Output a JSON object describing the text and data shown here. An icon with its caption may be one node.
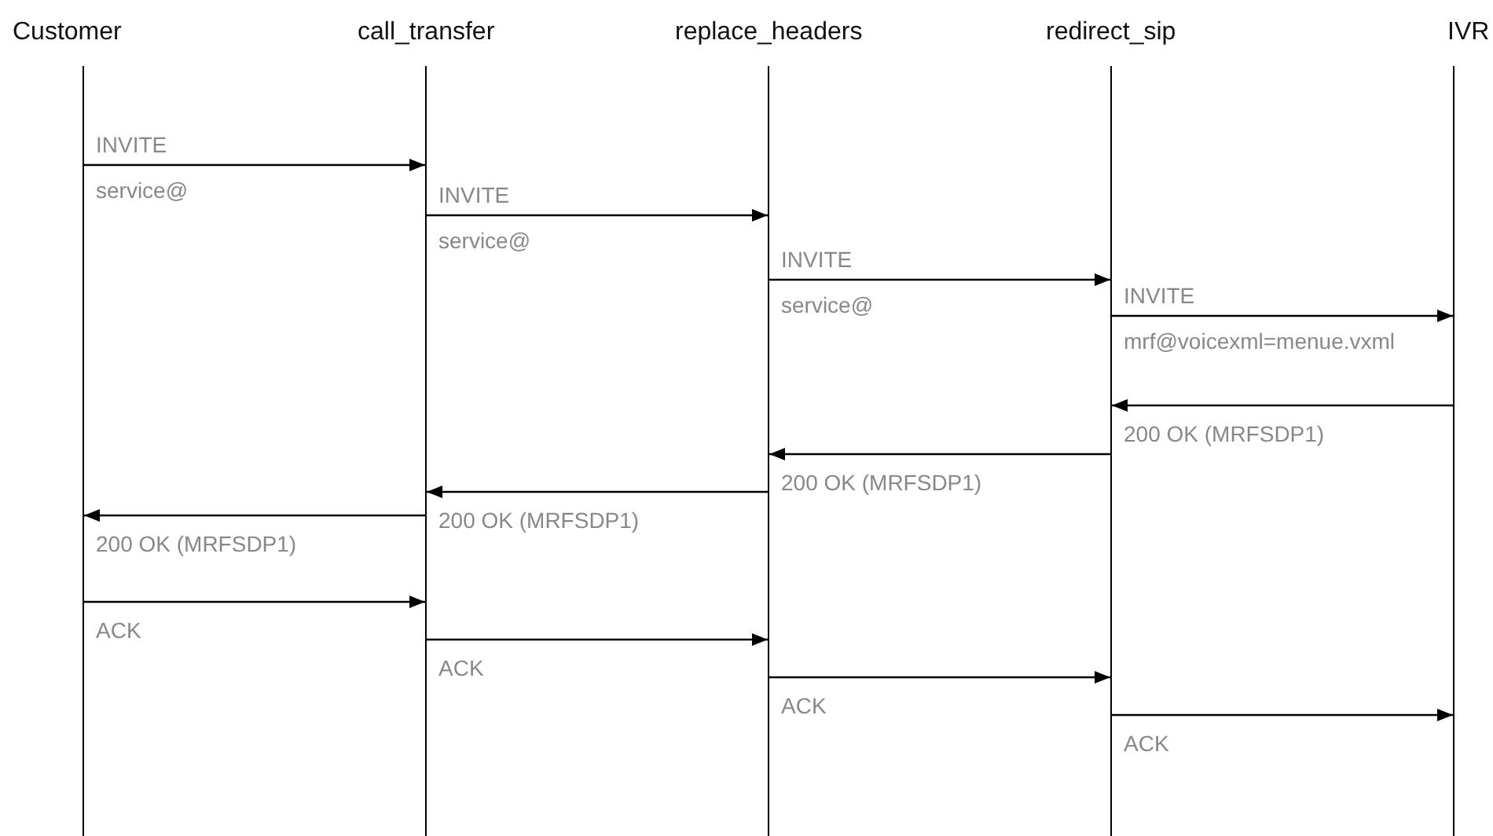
{
  "diagram": {
    "nodes": [
      {
        "text": [
          "Customer"
        ]
      },
      {
        "text": [
          "call_transfer"
        ]
      },
      {
        "text": [
          "replace_headers"
        ]
      },
      {
        "text": [
          "redirect_sip"
        ]
      },
      {
        "text": [
          "IVR"
        ]
      }
    ],
    "edges": [
      {
        "from": 0,
        "to": 1,
        "arrow": "to",
        "label": "INVITE"
      },
      {
        "from": 1,
        "to": 2,
        "arrow": "to",
        "label": "INVITE"
      },
      {
        "from": 2,
        "to": 3,
        "arrow": "to",
        "label": "INVITE"
      },
      {
        "from": 3,
        "to": 4,
        "arrow": "to",
        "label": "INVITE"
      },
      {
        "from": 4,
        "to": 3,
        "arrow": "to",
        "label": "200 OK (MRFSDP1)"
      },
      {
        "from": 3,
        "to": 2,
        "arrow": "to",
        "label": "200 OK (MRFSDP1)"
      },
      {
        "from": 2,
        "to": 1,
        "arrow": "to",
        "label": "200 OK (MRFSDP1)"
      },
      {
        "from": 1,
        "to": 0,
        "arrow": "to",
        "label": "200 OK (MRFSDP1)"
      },
      {
        "from": 0,
        "to": 1,
        "arrow": "to",
        "label": "ACK"
      },
      {
        "from": 1,
        "to": 2,
        "arrow": "to",
        "label": "ACK"
      },
      {
        "from": 2,
        "to": 3,
        "arrow": "to",
        "label": "ACK"
      },
      {
        "from": 3,
        "to": 4,
        "arrow": "to",
        "label": "ACK"
      }
    ],
    "labels": [
      "service@",
      "service@",
      "service@",
      "mrf@voicexml=menue.vxml"
    ]
  }
}
